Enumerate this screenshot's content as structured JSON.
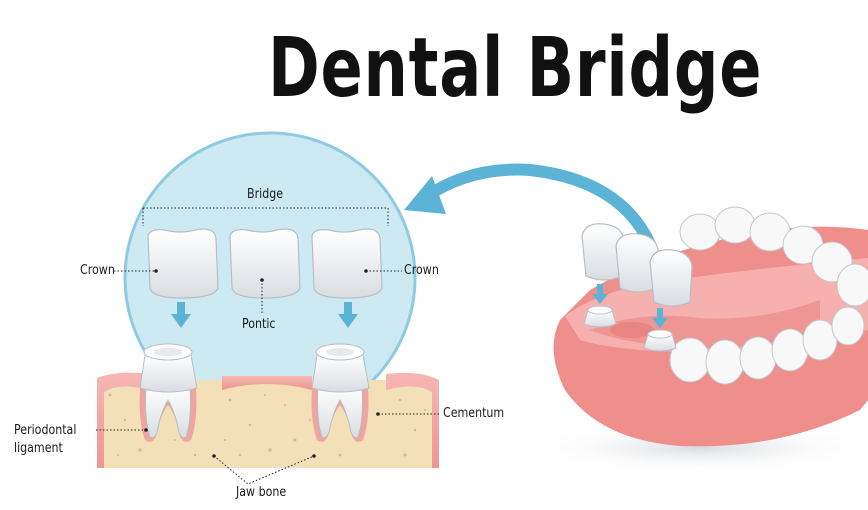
{
  "title": "Dental Bridge",
  "labels": {
    "bridge": "Bridge",
    "crown_left": "Crown",
    "crown_right": "Crown",
    "pontic": "Pontic",
    "cementum": "Cementum",
    "periodontal_line1": "Periodontal",
    "periodontal_line2": "ligament",
    "jaw_bone": "Jaw bone"
  },
  "colors": {
    "circle_fill": "#cdeaf3",
    "circle_stroke": "#7cc4db",
    "arrow": "#5bb3d6",
    "gum": "#f3a9a6",
    "gum_dark": "#e88a87",
    "bone": "#f3dfb8",
    "tooth": "#f7f7f7",
    "title": "#111111"
  }
}
